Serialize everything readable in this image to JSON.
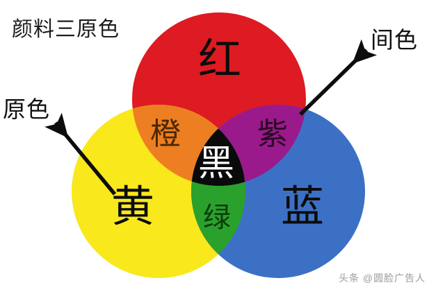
{
  "diagram": {
    "title": "颜料三原色",
    "annotations": [
      {
        "id": "primary",
        "label": "原色"
      },
      {
        "id": "secondary",
        "label": "间色"
      }
    ],
    "primaries": [
      {
        "id": "red",
        "label": "红",
        "color": "#DE1A22"
      },
      {
        "id": "yellow",
        "label": "黄",
        "color": "#F9E81C"
      },
      {
        "id": "blue",
        "label": "蓝",
        "color": "#3C70C5"
      }
    ],
    "secondaries": [
      {
        "id": "orange",
        "label": "橙",
        "color": "#ED7F22",
        "mix": "红 + 黄"
      },
      {
        "id": "purple",
        "label": "紫",
        "color": "#9A1A8C",
        "mix": "红 + 蓝"
      },
      {
        "id": "green",
        "label": "绿",
        "color": "#2AA12C",
        "mix": "黄 + 蓝"
      }
    ],
    "center": {
      "id": "black",
      "label": "黑",
      "color": "#0A0A0A",
      "text_color": "#FFFFFF"
    },
    "background_color": "#FFFFFF"
  },
  "watermark": {
    "text": "头条 @圆脸广告人"
  }
}
